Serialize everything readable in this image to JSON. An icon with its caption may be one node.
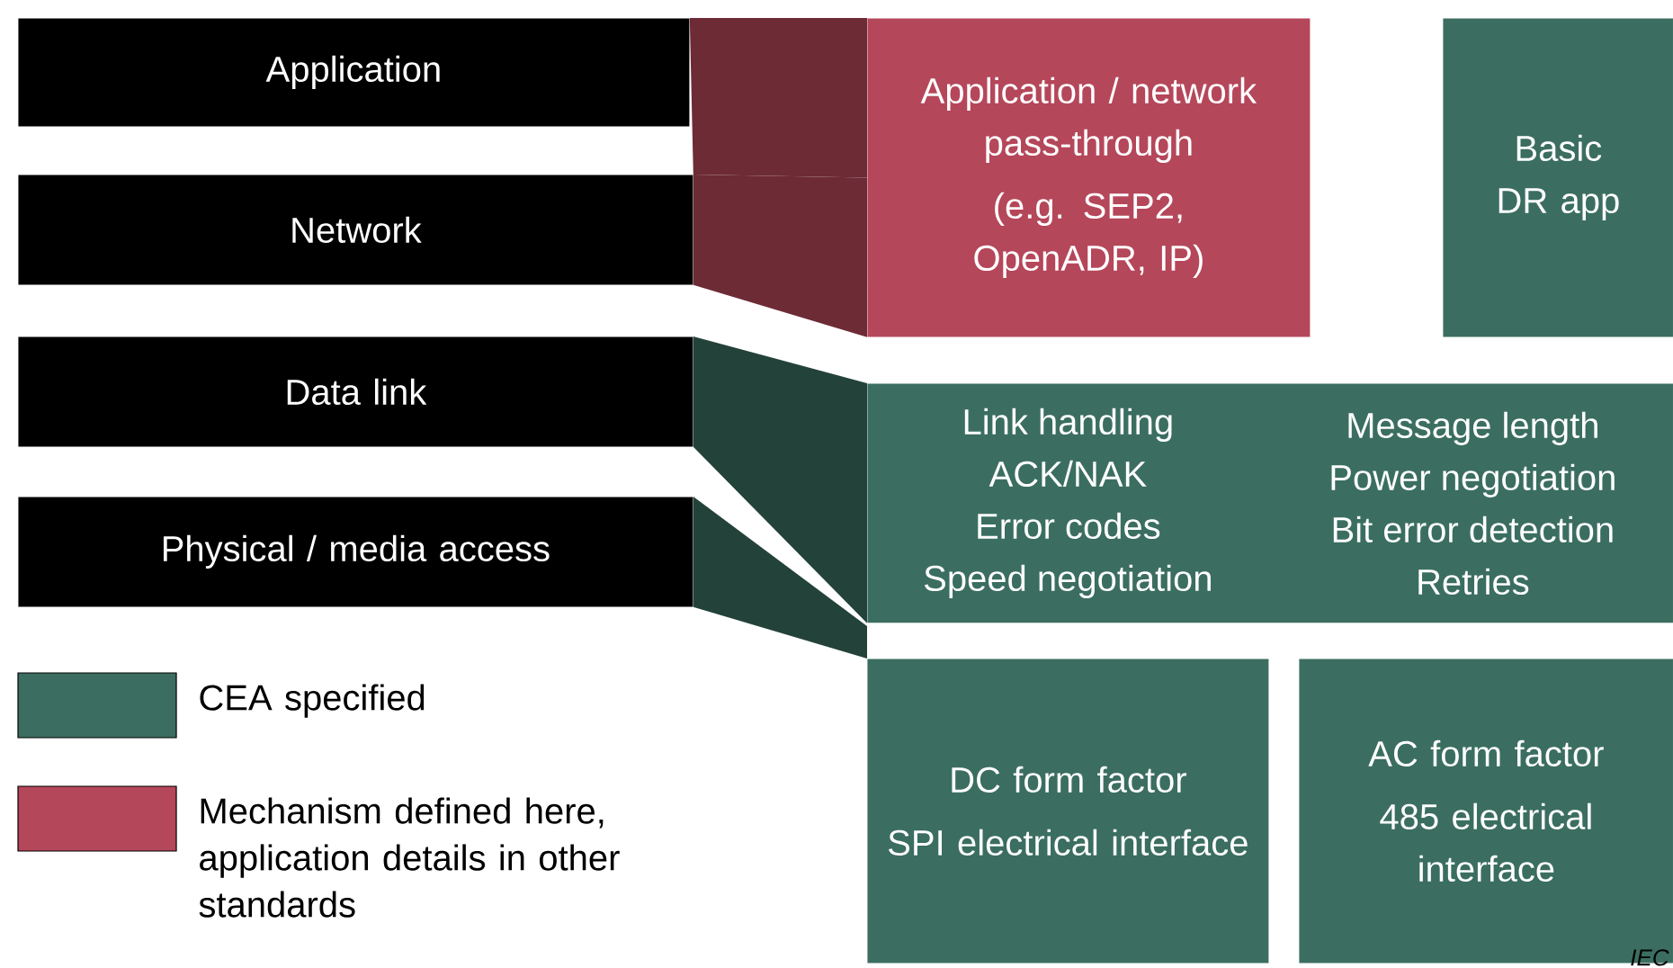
{
  "diagram": {
    "nodes": [
      {
        "text": [
          "Application"
        ]
      },
      {
        "text": [
          "Network"
        ]
      },
      {
        "text": [
          "Data link"
        ]
      },
      {
        "text": [
          "Physical / media access"
        ]
      },
      {
        "text": [
          "Application / network pass-through",
          "(e.g. SEP2, OpenADR, IP)"
        ]
      },
      {
        "text": [
          "Basic DR app"
        ]
      },
      {
        "text": [
          "Link handling",
          "ACK/NAK",
          "Error codes",
          "Speed negotiation",
          "Message length",
          "Power negotiation",
          "Bit error detection",
          "Retries"
        ]
      },
      {
        "text": [
          "DC form factor",
          "SPI electrical interface"
        ]
      },
      {
        "text": [
          "AC form factor",
          "485 electrical interface"
        ]
      }
    ],
    "edges": [
      {
        "from": 0,
        "to": 4,
        "arrow": "none",
        "color": "#b5475a"
      },
      {
        "from": 1,
        "to": 4,
        "arrow": "none",
        "color": "#b5475a"
      },
      {
        "from": 2,
        "to": 6,
        "arrow": "none",
        "color": "#3b6e60"
      },
      {
        "from": 3,
        "to": 7,
        "arrow": "none",
        "color": "#3b6e60"
      }
    ],
    "labels": [
      "IEC"
    ],
    "legend": [
      {
        "text": "CEA specified",
        "color": "#3b6e60"
      },
      {
        "text": "Mechanism defined here, application details in other standards",
        "color": "#b5475a"
      }
    ]
  }
}
